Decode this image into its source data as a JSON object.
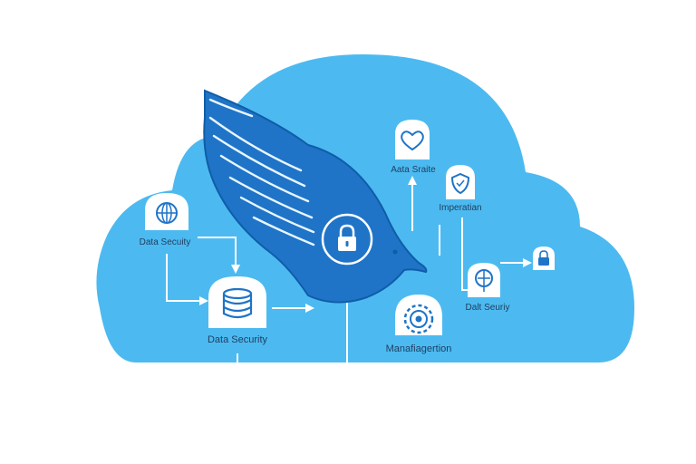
{
  "diagram": {
    "colors": {
      "cloud": "#4cbaf0",
      "bird": "#1f74c7",
      "bird_dark": "#0f5da8",
      "node_fill": "#ffffff",
      "line": "#ffffff",
      "label": "#1f3f63"
    },
    "center": {
      "icon": "padlock-icon"
    },
    "nodes": [
      {
        "id": "health",
        "icon": "heart-icon",
        "label": "Aata Sraite"
      },
      {
        "id": "shield",
        "icon": "shield-icon",
        "label": "Imperatian"
      },
      {
        "id": "lock-small",
        "icon": "padlock-icon",
        "label": ""
      },
      {
        "id": "monitor",
        "icon": "monitor-icon",
        "label": "Dalt Seuriy"
      },
      {
        "id": "globe",
        "icon": "globe-icon",
        "label": "Data Secuity"
      },
      {
        "id": "database",
        "icon": "database-icon",
        "label": "Data Security"
      },
      {
        "id": "gear",
        "icon": "gear-icon",
        "label": "Manafiagertion"
      }
    ]
  }
}
